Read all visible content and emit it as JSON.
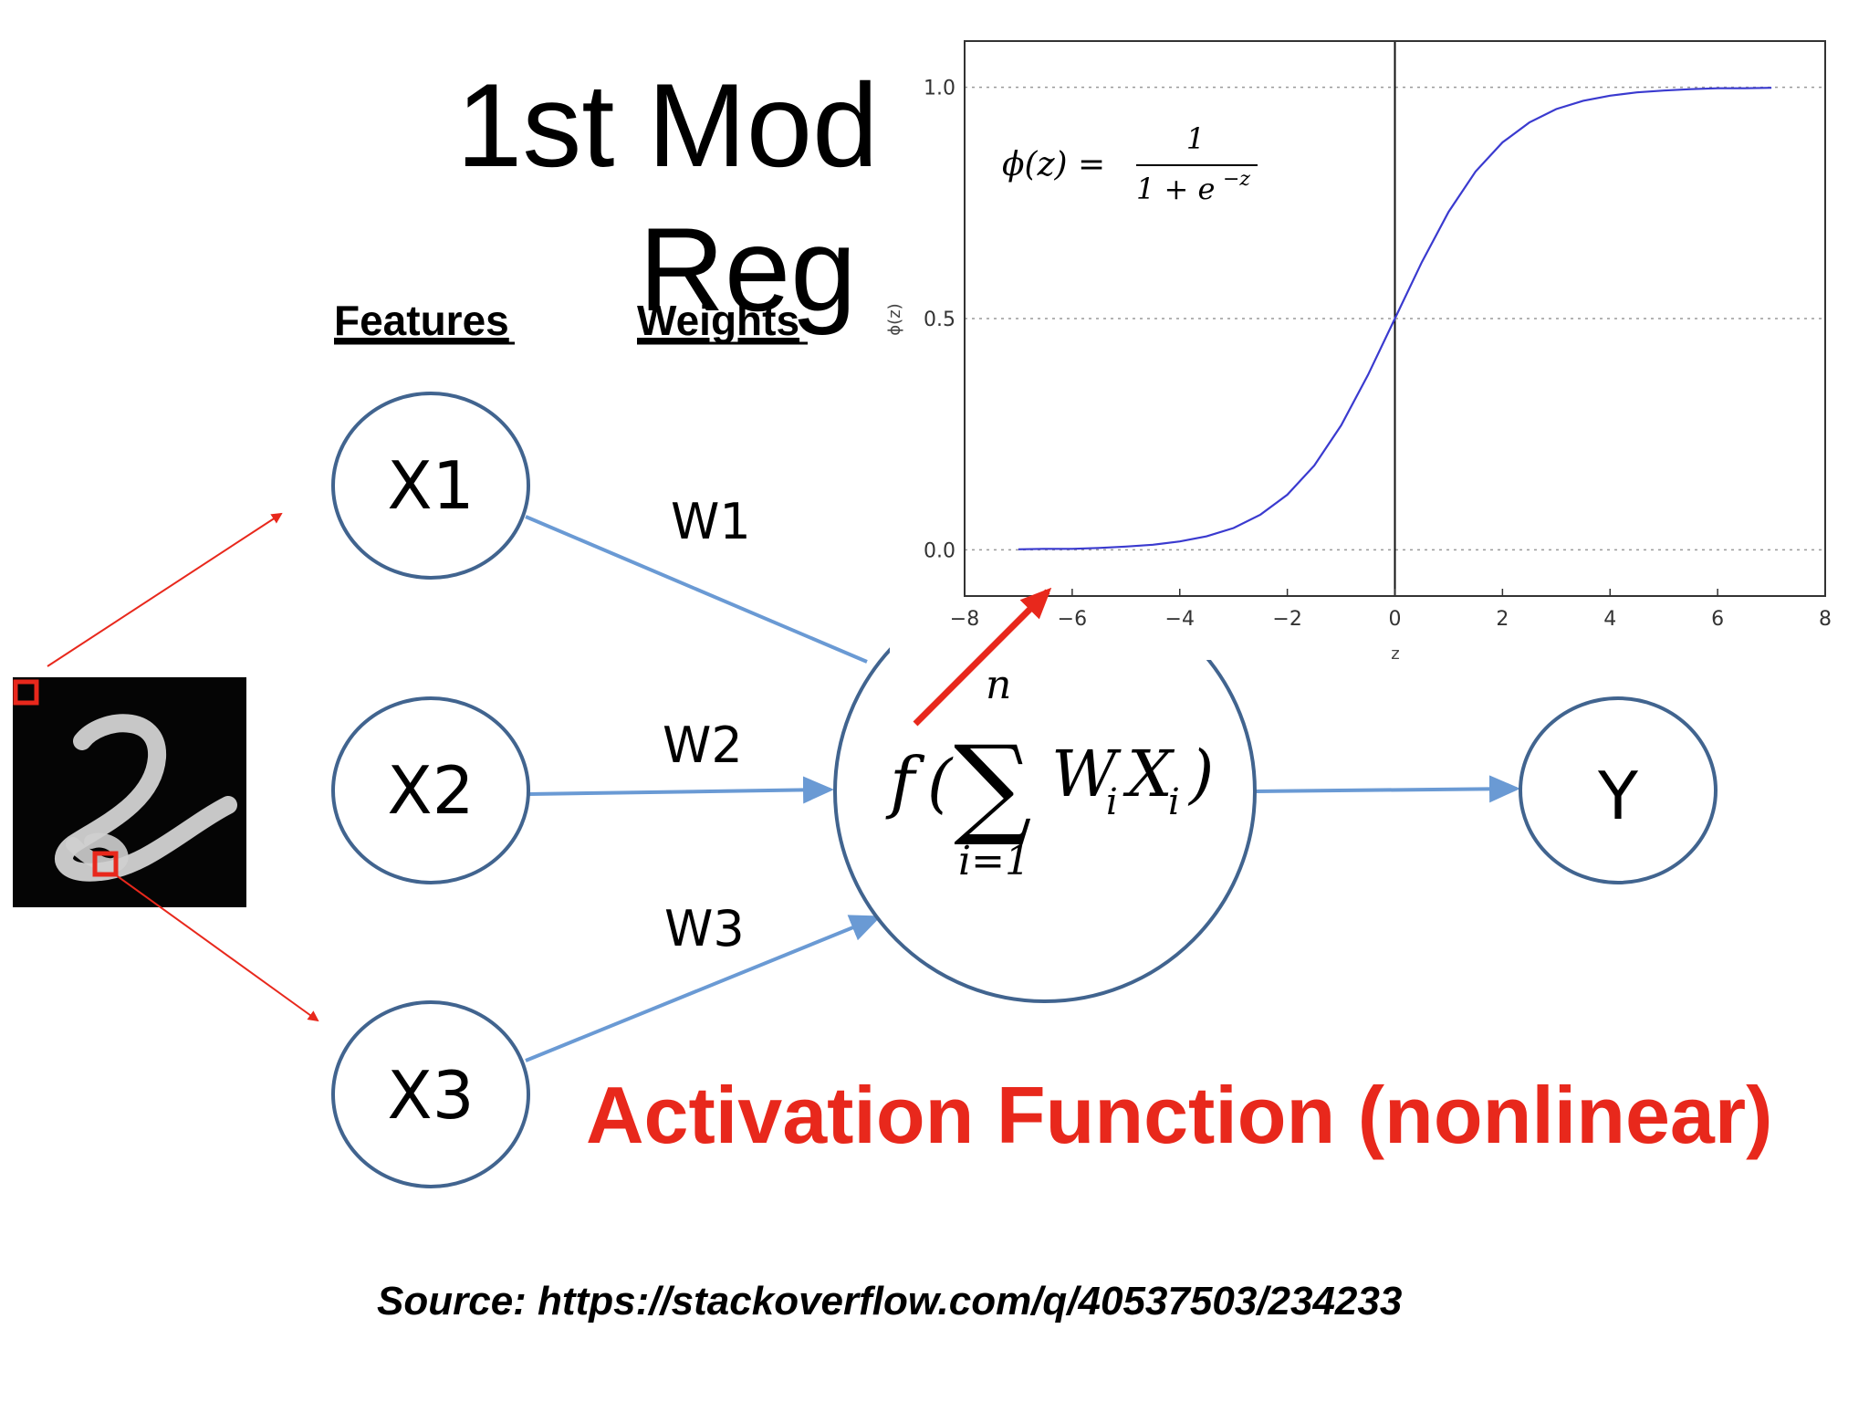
{
  "slide": {
    "title_line1": "1st Mod",
    "title_line2": "Reg",
    "features_header": "Features",
    "weights_header": "Weights",
    "activation_label": "Activation Function (nonlinear)",
    "source": "Source: https://stackoverflow.com/q/40537503/234233",
    "colors": {
      "accent_red": "#e8281c",
      "node_stroke": "#41648f",
      "edge": "#6a9ad4",
      "curve": "#3a3acf"
    }
  },
  "network": {
    "inputs": [
      "X1",
      "X2",
      "X3"
    ],
    "weights": [
      "W1",
      "W2",
      "W3"
    ],
    "output": "Y",
    "neuron_formula": {
      "f": "f",
      "open": "(",
      "sigma": "∑",
      "upper": "n",
      "lower": "i=1",
      "w": "W",
      "w_sub": "i",
      "x": "X",
      "x_sub": "i",
      "close": ")"
    }
  },
  "chart_data": {
    "type": "line",
    "function": "sigmoid",
    "formula": {
      "lhs": "ϕ(z) =",
      "numerator": "1",
      "denominator": "1 + e",
      "exponent": "−z"
    },
    "xlabel": "z",
    "ylabel": "ϕ(z)",
    "xlim": [
      -8,
      8
    ],
    "ylim": [
      -0.1,
      1.1
    ],
    "x_ticks": [
      "−8",
      "−6",
      "−4",
      "−2",
      "0",
      "2",
      "4",
      "6",
      "8"
    ],
    "y_ticks": [
      "0.0",
      "0.5",
      "1.0"
    ],
    "grid": "horizontal dotted at 0.0, 0.5, 1.0",
    "series": [
      {
        "x": [
          -7,
          -6.5,
          -6,
          -5.5,
          -5,
          -4.5,
          -4,
          -3.5,
          -3,
          -2.5,
          -2,
          -1.5,
          -1,
          -0.5,
          0,
          0.5,
          1,
          1.5,
          2,
          2.5,
          3,
          3.5,
          4,
          4.5,
          5,
          5.5,
          6,
          6.5,
          7
        ],
        "y": [
          0.001,
          0.002,
          0.002,
          0.004,
          0.007,
          0.011,
          0.018,
          0.029,
          0.047,
          0.076,
          0.119,
          0.182,
          0.269,
          0.378,
          0.5,
          0.622,
          0.731,
          0.818,
          0.881,
          0.924,
          0.953,
          0.971,
          0.982,
          0.989,
          0.993,
          0.996,
          0.998,
          0.998,
          0.999
        ]
      }
    ]
  }
}
